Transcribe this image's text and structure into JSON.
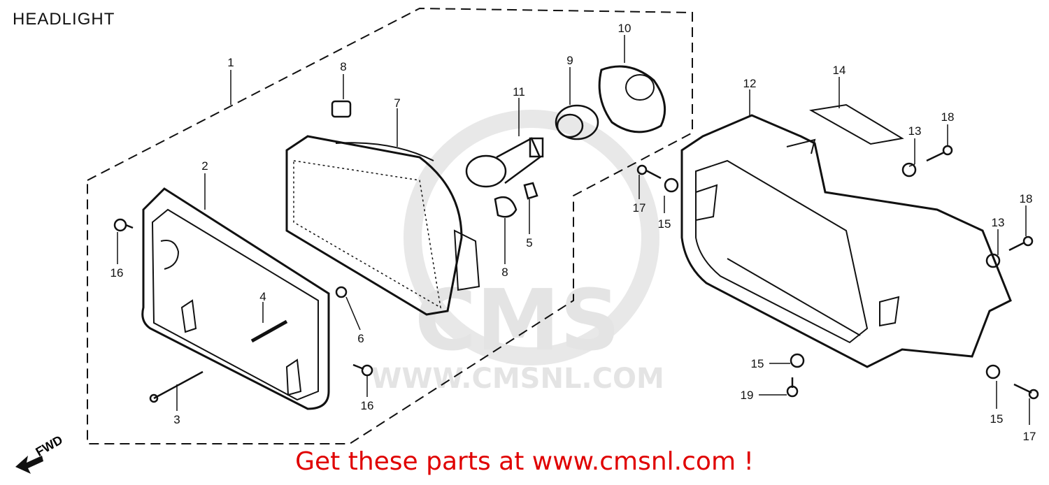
{
  "title": "HEADLIGHT",
  "watermark": {
    "brand": "CMS",
    "site": "WWW.CMSNL.COM"
  },
  "direction_label": "FWD",
  "cta": {
    "prefix": "Get these parts at ",
    "link": "www.cmsnl.com",
    "suffix": " !"
  },
  "callouts": [
    "1",
    "2",
    "3",
    "4",
    "5",
    "6",
    "7",
    "8",
    "8",
    "9",
    "10",
    "11",
    "12",
    "13",
    "13",
    "14",
    "15",
    "15",
    "15",
    "16",
    "16",
    "16",
    "17",
    "17",
    "18",
    "18",
    "19"
  ],
  "colors": {
    "cta": "#e00000",
    "line": "#111111",
    "watermark": "#e4e4e4"
  }
}
